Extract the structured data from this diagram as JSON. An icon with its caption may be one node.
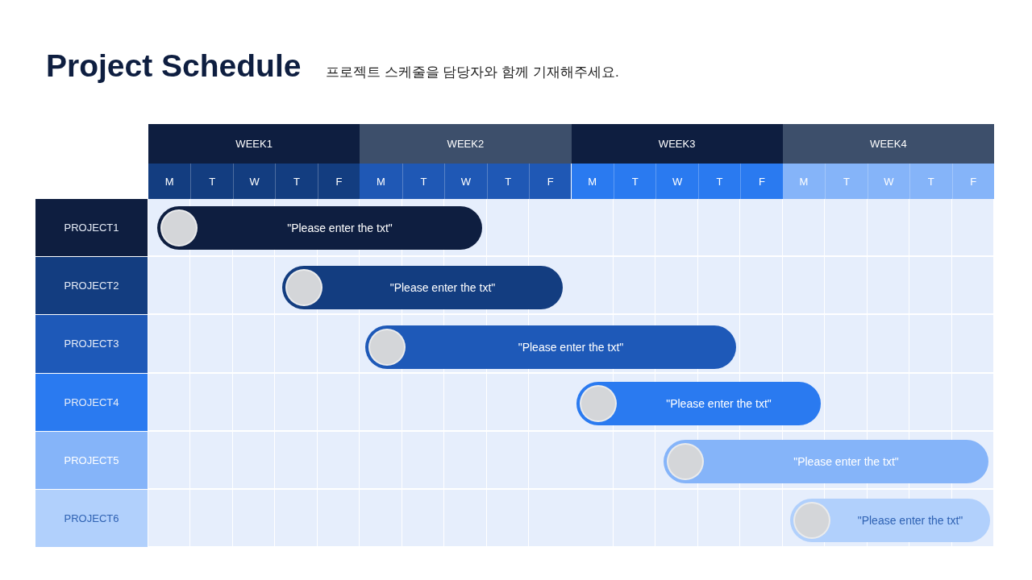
{
  "diagram": {
    "title": "Project Schedule",
    "nodes": [
      {
        "text": [
          "\"Please enter the txt\""
        ]
      },
      {
        "text": [
          "\"Please enter the txt\""
        ]
      },
      {
        "text": [
          "\"Please enter the txt\""
        ]
      },
      {
        "text": [
          "\"Please enter the txt\""
        ]
      },
      {
        "text": [
          "\"Please enter the txt\""
        ]
      },
      {
        "text": [
          "\"Please enter the txt\""
        ]
      }
    ],
    "labels": [
      "프로젝트 스케줄을 담당자와 함께 기재해주세요.",
      "WEEK1",
      "WEEK2",
      "WEEK3",
      "WEEK4",
      "M",
      "T",
      "W",
      "T",
      "F",
      "M",
      "T",
      "W",
      "T",
      "F",
      "M",
      "T",
      "W",
      "T",
      "F",
      "M",
      "T",
      "W",
      "T",
      "F",
      "PROJECT1",
      "PROJECT2",
      "PROJECT3",
      "PROJECT4",
      "PROJECT5",
      "PROJECT6"
    ]
  }
}
